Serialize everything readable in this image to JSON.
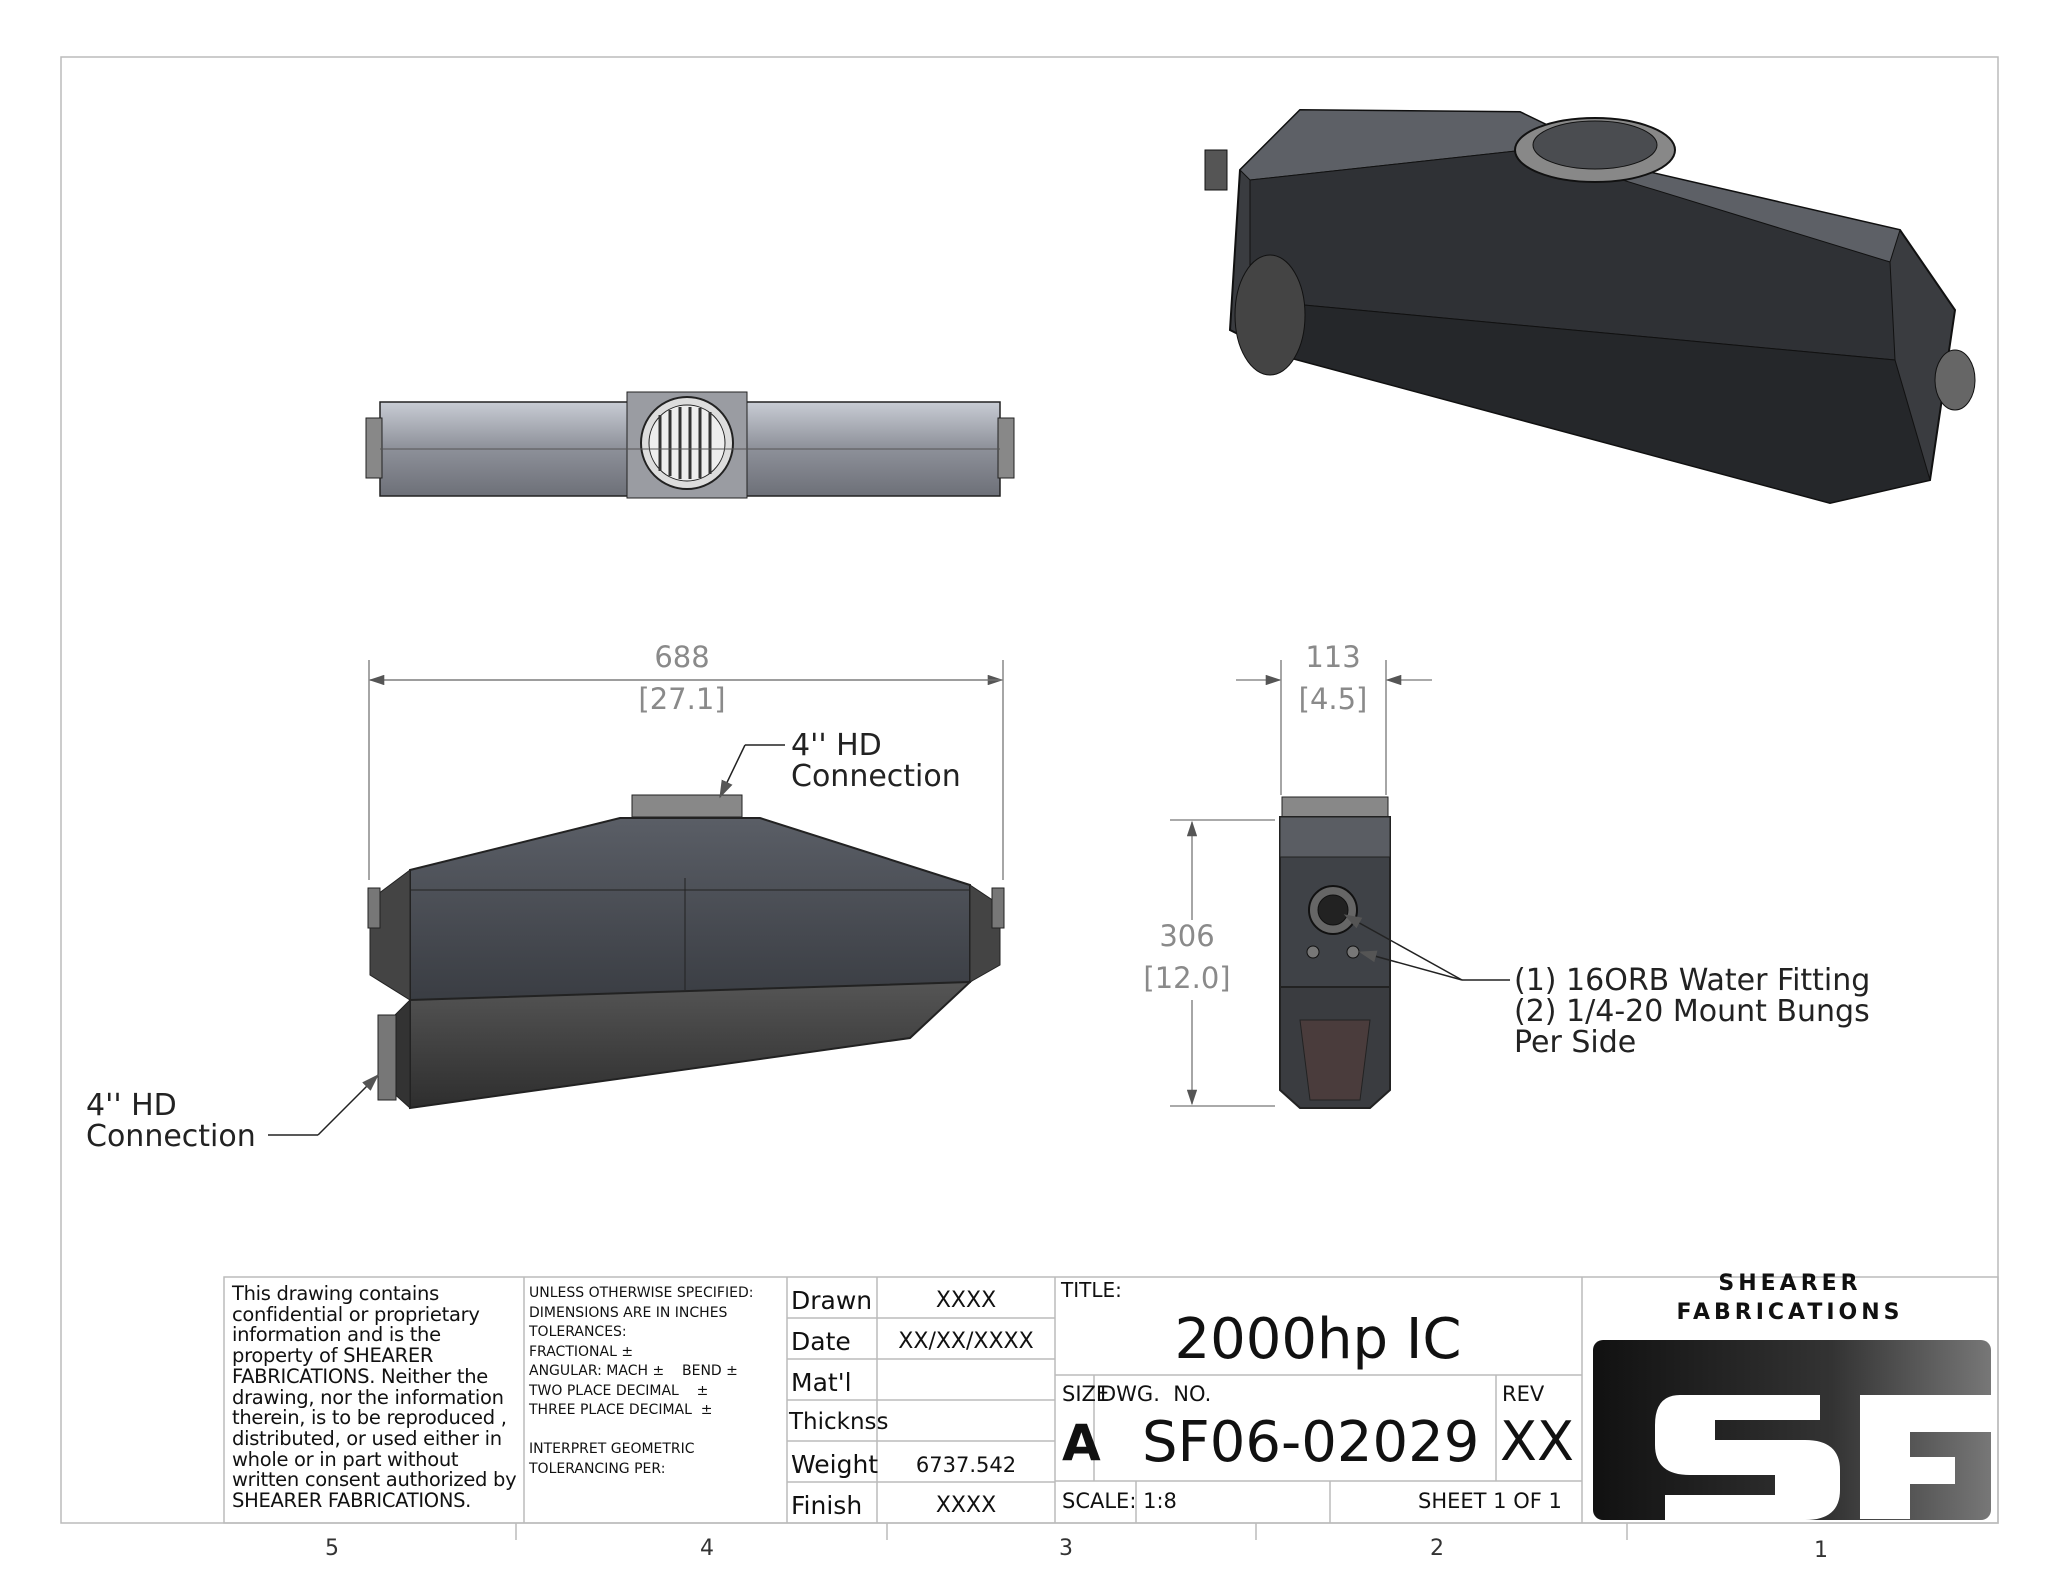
{
  "dimensions": {
    "length_mm": "688",
    "length_in": "[27.1]",
    "width_mm": "113",
    "width_in": "[4.5]",
    "height_mm": "306",
    "height_in": "[12.0]"
  },
  "callouts": {
    "top_connection": [
      "4'' HD",
      "Connection"
    ],
    "side_connection": [
      "4'' HD",
      "Connection"
    ],
    "fittings": [
      "(1) 16ORB Water Fitting",
      "(2) 1/4-20 Mount Bungs",
      "Per Side"
    ]
  },
  "title_block": {
    "confidential": "This drawing contains confidential or proprietary information and is the property of SHEARER FABRICATIONS. Neither the drawing, nor the information therein, is to be reproduced , distributed, or used either in whole or in part without written consent authorized by SHEARER FABRICATIONS.",
    "tolerances": [
      "UNLESS OTHERWISE SPECIFIED:",
      "DIMENSIONS ARE IN INCHES",
      "TOLERANCES:",
      "FRACTIONAL ±",
      "ANGULAR: MACH ±    BEND ±",
      "TWO PLACE DECIMAL    ±",
      "THREE PLACE DECIMAL  ±",
      "",
      "INTERPRET GEOMETRIC",
      "TOLERANCING PER:"
    ],
    "fields": [
      {
        "label": "Drawn",
        "value": "XXXX"
      },
      {
        "label": "Date",
        "value": "XX/XX/XXXX"
      },
      {
        "label": "Mat'l",
        "value": ""
      },
      {
        "label": "Thicknss",
        "value": ""
      },
      {
        "label": "Weight",
        "value": "6737.542"
      },
      {
        "label": "Finish",
        "value": "XXXX"
      }
    ],
    "title_label": "TITLE:",
    "title": "2000hp IC",
    "size_label": "SIZE",
    "size": "A",
    "dwg_label": "DWG.  NO.",
    "dwg_no": "SF06-02029",
    "rev_label": "REV",
    "rev": "XX",
    "scale": "SCALE: 1:8",
    "sheet": "SHEET 1 OF 1",
    "company": [
      "SHEARER",
      "FABRICATIONS"
    ],
    "logo": "SF"
  },
  "zones": [
    "5",
    "4",
    "3",
    "2",
    "1"
  ]
}
